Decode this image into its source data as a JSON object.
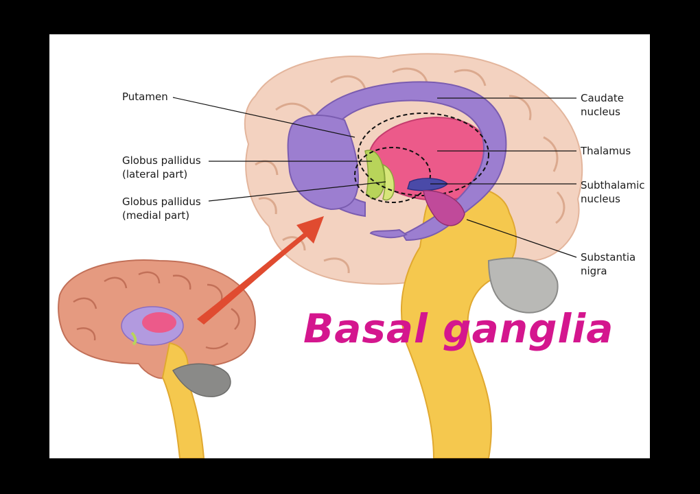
{
  "title": "Basal ganglia",
  "colors": {
    "frame": "#000000",
    "background": "#ffffff",
    "title": "#d4168e",
    "caudate_putamen": "#9c7ed0",
    "thalamus": "#ec5a8a",
    "globus_pallidus": "#b8d45a",
    "subthalamic_nucleus": "#4a4aa8",
    "substantia_nigra": "#c04a9a",
    "brainstem": "#f2c040",
    "cortex": "#f0c9b4",
    "small_brain": "#e59a80",
    "cerebellum": "#8a8a88",
    "arrow": "#e04b30"
  },
  "labels": {
    "putamen": [
      "Putamen"
    ],
    "gp_lateral": [
      "Globus pallidus",
      "(lateral part)"
    ],
    "gp_medial": [
      "Globus pallidus",
      "(medial part)"
    ],
    "caudate": [
      "Caudate",
      "nucleus"
    ],
    "thalamus": [
      "Thalamus"
    ],
    "subthalamic": [
      "Subthalamic",
      "nucleus"
    ],
    "substantia": [
      "Substantia",
      "nigra"
    ]
  }
}
